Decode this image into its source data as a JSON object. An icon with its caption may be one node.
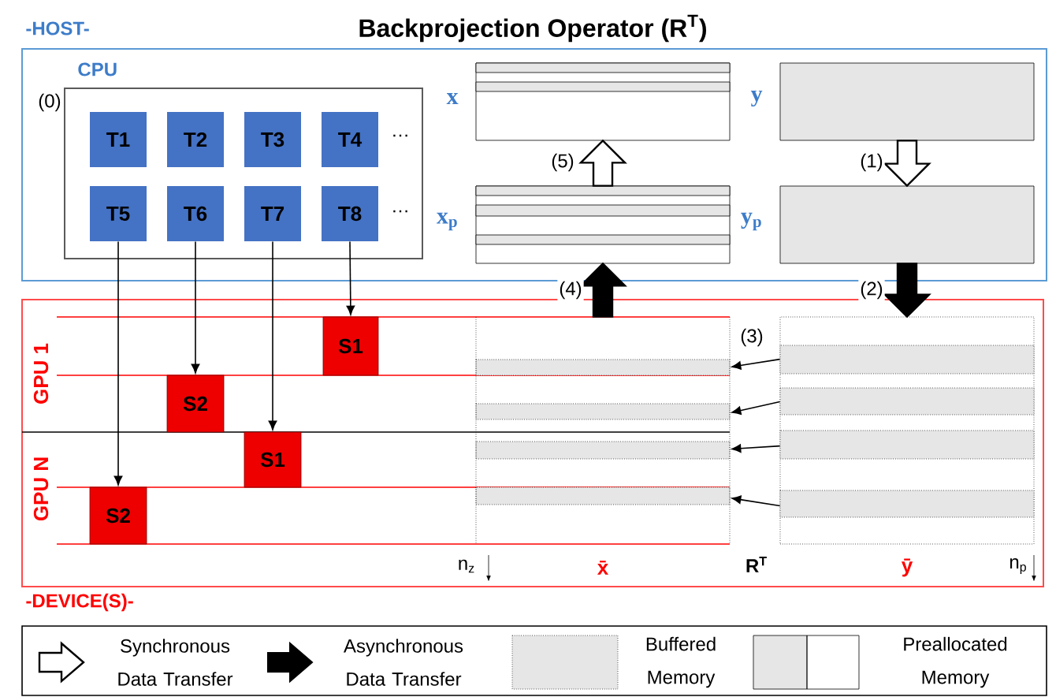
{
  "diagram": {
    "title": "Backprojection Operator (R$^{T}$)",
    "nodes": [
      {
        "text": [
          "-HOST-"
        ]
      },
      {
        "text": [
          "CPU"
        ],
        "beside": [
          "(0)"
        ],
        "in": 0
      },
      {
        "text": [
          "T1"
        ],
        "in": 1
      },
      {
        "text": [
          "T2"
        ],
        "in": 1
      },
      {
        "text": [
          "T3"
        ],
        "in": 1
      },
      {
        "text": [
          "T4"
        ],
        "in": 1
      },
      {
        "text": [
          "T5"
        ],
        "in": 1
      },
      {
        "text": [
          "T6"
        ],
        "in": 1
      },
      {
        "text": [
          "T7"
        ],
        "in": 1
      },
      {
        "text": [
          "T8"
        ],
        "in": 1
      },
      {
        "text": [],
        "shape": "box",
        "beside": [
          "x"
        ],
        "in": 0
      },
      {
        "text": [],
        "shape": "box",
        "beside": [
          "y"
        ],
        "in": 0
      },
      {
        "text": [],
        "shape": "box",
        "beside": [
          "x$_{p}$"
        ],
        "in": 0
      },
      {
        "text": [],
        "shape": "box",
        "beside": [
          "y$_{p}$"
        ],
        "in": 0
      },
      {
        "text": [
          "-DEVICE(S)-"
        ]
      },
      {
        "text": [
          "S1"
        ],
        "in": 14
      },
      {
        "text": [
          "S2"
        ],
        "in": 14
      },
      {
        "text": [
          "S1"
        ],
        "in": 14
      },
      {
        "text": [
          "S2"
        ],
        "in": 14
      },
      {
        "text": [],
        "shape": "box",
        "beside": [
          "x̄"
        ],
        "in": 14
      },
      {
        "text": [],
        "shape": "box",
        "beside": [
          "ȳ"
        ],
        "in": 14
      }
    ],
    "edges": [
      {
        "from": 11,
        "to": 13,
        "arrow": "to",
        "label": "(1)",
        "style": "thick",
        "color": "#ffffff"
      },
      {
        "from": 13,
        "to": 20,
        "arrow": "to",
        "label": "(2)",
        "style": "thick"
      },
      {
        "from": 20,
        "to": 19,
        "arrow": "to",
        "label": "(3)"
      },
      {
        "from": 20,
        "to": 19,
        "arrow": "to"
      },
      {
        "from": 20,
        "to": 19,
        "arrow": "to"
      },
      {
        "from": 20,
        "to": 19,
        "arrow": "to"
      },
      {
        "from": 19,
        "to": 12,
        "arrow": "to",
        "label": "(4)",
        "style": "thick"
      },
      {
        "from": 12,
        "to": 10,
        "arrow": "to",
        "label": "(5)",
        "style": "thick",
        "color": "#ffffff"
      },
      {
        "from": 9,
        "to": 15,
        "arrow": "to"
      },
      {
        "from": 8,
        "to": 17,
        "arrow": "to"
      },
      {
        "from": 7,
        "to": 16,
        "arrow": "to"
      },
      {
        "from": 6,
        "to": 18,
        "arrow": "to"
      }
    ],
    "labels": [
      "…",
      "…",
      "GPU 1",
      "GPU N",
      "n$_{z}$",
      "R$^{T}$",
      "n$_{p}$"
    ],
    "legend": [
      {
        "text": "Synchronous Data Transfer"
      },
      {
        "text": "Asynchronous Data Transfer"
      },
      {
        "text": "Buffered Memory"
      },
      {
        "text": "Preallocated Memory"
      }
    ]
  }
}
